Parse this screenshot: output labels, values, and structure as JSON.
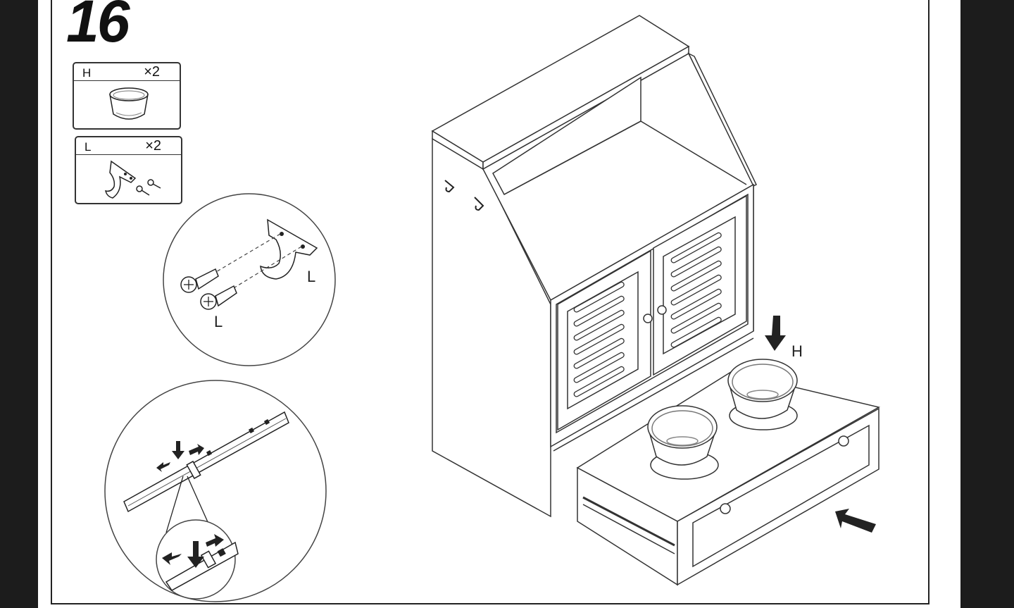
{
  "step": {
    "number": "16"
  },
  "parts": [
    {
      "code": "H",
      "quantity": "×2"
    },
    {
      "code": "L",
      "quantity": "×2"
    }
  ],
  "callouts": {
    "detail_hook_label_1": "L",
    "detail_hook_label_2": "L",
    "bowl_label": "H"
  }
}
